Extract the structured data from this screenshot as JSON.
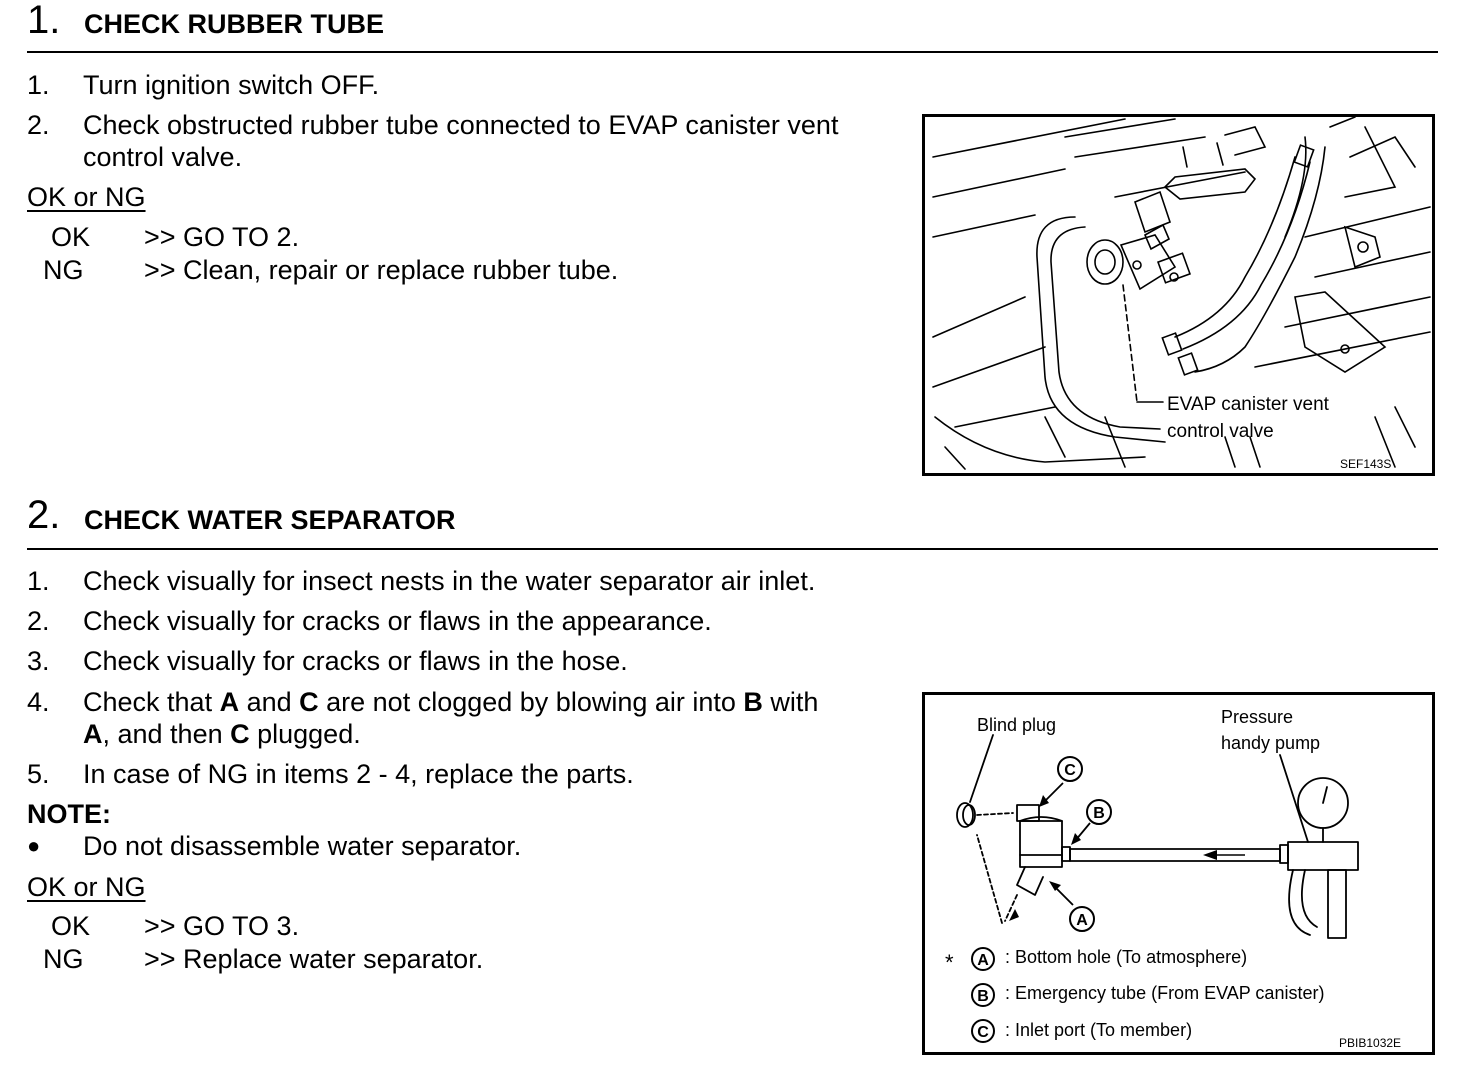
{
  "step1": {
    "number": "1.",
    "title": "CHECK RUBBER TUBE",
    "items": [
      {
        "num": "1.",
        "text": "Turn ignition switch OFF."
      },
      {
        "num": "2.",
        "line1": "Check obstructed rubber tube connected to EVAP canister vent",
        "line2": "control valve."
      }
    ],
    "ok_ng": "OK or NG",
    "results": [
      {
        "label": "OK",
        "action": ">> GO TO 2."
      },
      {
        "label": "NG",
        "action": ">> Clean, repair or replace rubber tube."
      }
    ],
    "figure": {
      "callout1": "EVAP canister vent",
      "callout2": "control valve",
      "code": "SEF143S"
    }
  },
  "step2": {
    "number": "2.",
    "title": "CHECK WATER SEPARATOR",
    "items": [
      {
        "num": "1.",
        "text": "Check visually for insect nests in the water separator air inlet."
      },
      {
        "num": "2.",
        "text": "Check visually for cracks or flaws in the appearance."
      },
      {
        "num": "3.",
        "text": "Check visually for cracks or flaws in the hose."
      },
      {
        "num": "4.",
        "parts": [
          "Check that ",
          "A",
          " and ",
          "C",
          " are not clogged by blowing air into ",
          "B",
          " with"
        ],
        "line2": [
          "A",
          ", and then ",
          "C",
          " plugged."
        ]
      },
      {
        "num": "5.",
        "text": "In case of NG in items 2 - 4, replace the parts."
      }
    ],
    "note_label": "NOTE:",
    "note_bullet": "●",
    "note_text": "Do not disassemble water separator.",
    "ok_ng": "OK or NG",
    "results": [
      {
        "label": "OK",
        "action": ">> GO TO 3."
      },
      {
        "label": "NG",
        "action": ">> Replace water separator."
      }
    ],
    "figure": {
      "blind_plug": "Blind plug",
      "pump1": "Pressure",
      "pump2": "handy pump",
      "mark_a": "A",
      "mark_b": "B",
      "mark_c": "C",
      "asterisk": "*",
      "legend_a": ": Bottom hole (To atmosphere)",
      "legend_b": ": Emergency tube (From EVAP canister)",
      "legend_c": ": Inlet port (To member)",
      "code": "PBIB1032E"
    }
  }
}
